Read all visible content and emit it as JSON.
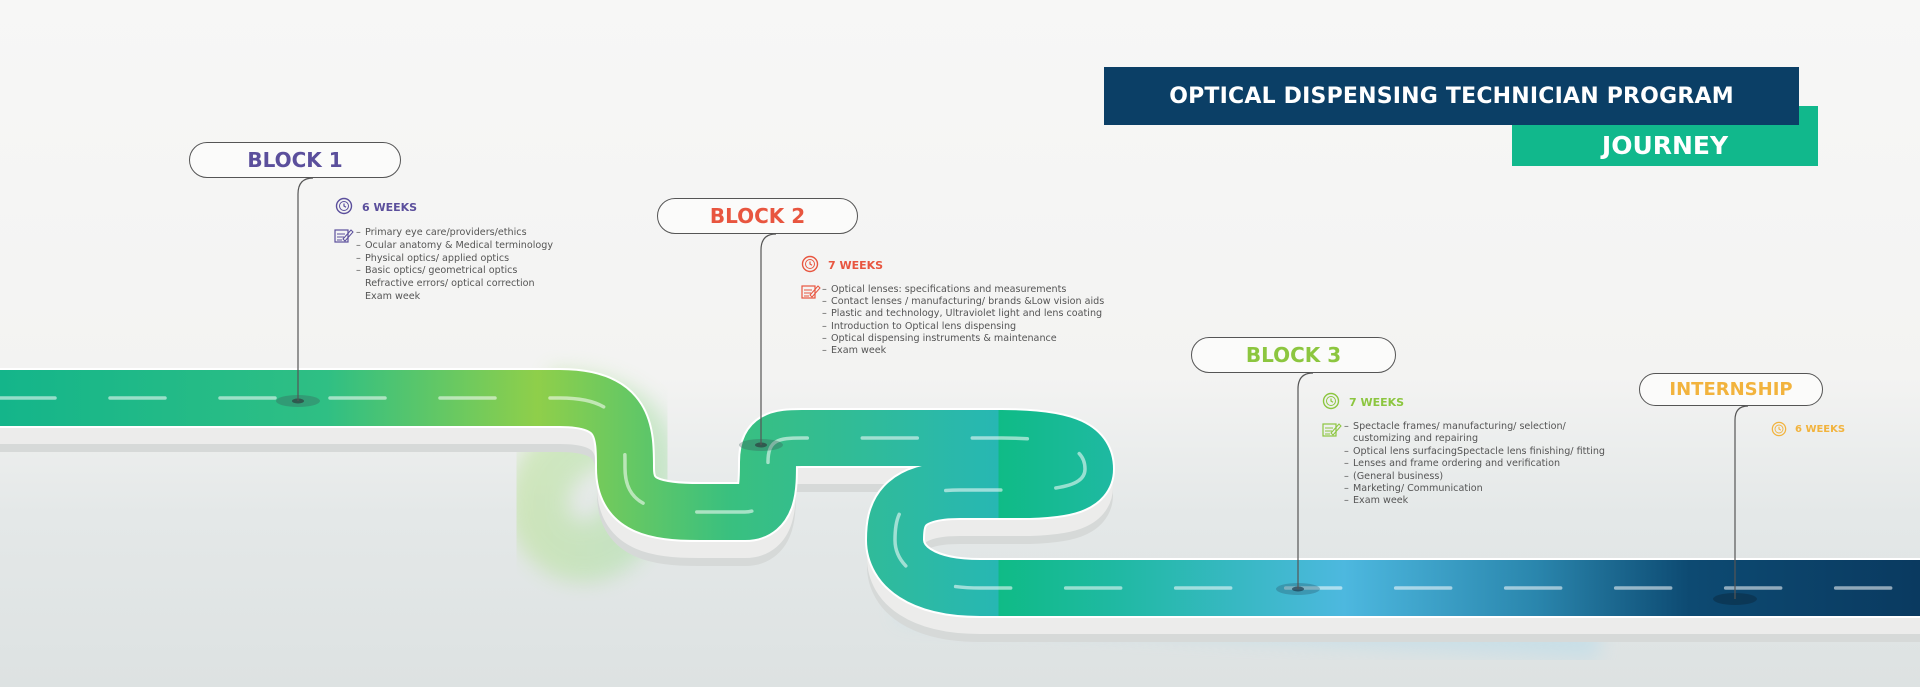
{
  "header": {
    "title": "OPTICAL DISPENSING TECHNICIAN PROGRAM",
    "subtitle": "JOURNEY"
  },
  "colors": {
    "navy": "#0b3f66",
    "green": "#11b88c",
    "block1": "#5b4f9c",
    "block2": "#e8553f",
    "block3": "#8cc63f",
    "internship": "#f2b33d",
    "road_light_green": "#8fcf4a",
    "road_teal": "#2ab6b4",
    "road_sky": "#4cb8e0"
  },
  "blocks": [
    {
      "label": "BLOCK 1",
      "duration": "6 WEEKS",
      "icons": [
        "clock-icon",
        "notes-icon"
      ],
      "items": [
        "Primary eye care/providers/ethics",
        "Ocular anatomy & Medical terminology",
        "Physical optics/ applied optics",
        "Basic optics/ geometrical optics",
        "Refractive errors/ optical correction",
        "Exam week"
      ]
    },
    {
      "label": "BLOCK 2",
      "duration": "7 WEEKS",
      "icons": [
        "clock-icon",
        "notes-icon"
      ],
      "items": [
        "Optical lenses: specifications and measurements",
        "Contact lenses / manufacturing/ brands &Low vision aids",
        "Plastic and technology, Ultraviolet light and lens coating",
        "Introduction to Optical lens dispensing",
        "Optical dispensing instruments & maintenance",
        "Exam week"
      ]
    },
    {
      "label": "BLOCK 3",
      "duration": "7 WEEKS",
      "icons": [
        "clock-icon",
        "notes-icon"
      ],
      "items": [
        "Spectacle frames/ manufacturing/ selection/ customizing and repairing",
        "Optical lens surfacingSpectacle lens finishing/ fitting",
        "Lenses and frame ordering and verification",
        "(General business)",
        "Marketing/ Communication",
        "Exam week"
      ]
    },
    {
      "label": "INTERNSHIP",
      "duration": "6 WEEKS",
      "icons": [
        "clock-icon"
      ],
      "items": []
    }
  ]
}
